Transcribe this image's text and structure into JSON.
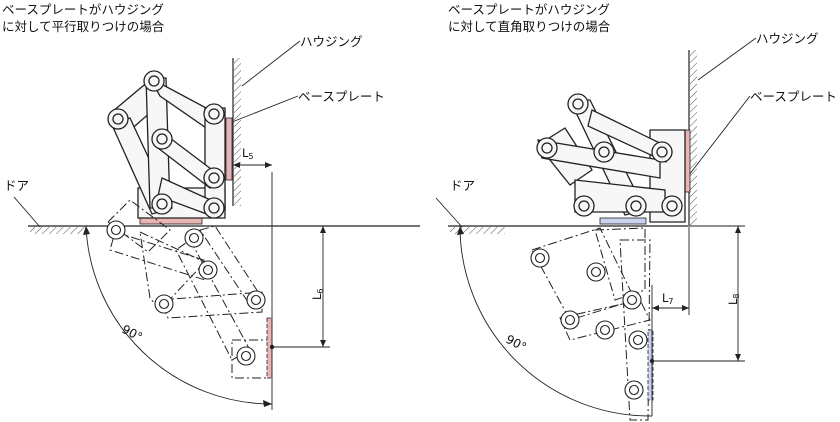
{
  "left_panel": {
    "title_line1": "ベースプレートがハウジング",
    "title_line2": "に対して平行取りつけの場合",
    "label_housing": "ハウジング",
    "label_baseplate": "ベースプレート",
    "label_door": "ドア",
    "dim_horizontal": {
      "letter": "L",
      "index": "5"
    },
    "dim_vertical": {
      "letter": "L",
      "index": "6"
    },
    "angle": "90°"
  },
  "right_panel": {
    "title_line1": "ベースプレートがハウジング",
    "title_line2": "に対して直角取りつけの場合",
    "label_housing": "ハウジング",
    "label_baseplate": "ベースプレート",
    "label_door": "ドア",
    "dim_horizontal": {
      "letter": "L",
      "index": "7"
    },
    "dim_vertical": {
      "letter": "L",
      "index": "8"
    },
    "angle": "90°"
  },
  "colors": {
    "line": "#222222",
    "hinge_fill": "#f7f7f7",
    "baseplate_pink": "#e8b4b4",
    "baseplate_blue": "#c9d3ee"
  }
}
